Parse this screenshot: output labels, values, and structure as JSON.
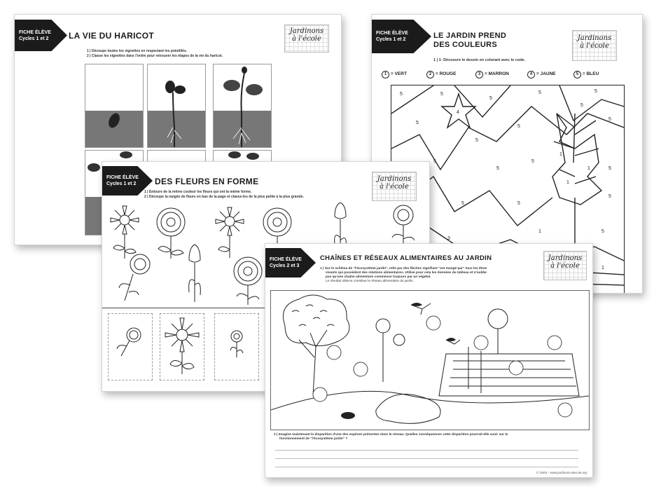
{
  "sheets": {
    "haricot": {
      "badge_line1": "FICHE ÉLÈVE",
      "badge_line2": "Cycles 1 et 2",
      "title": "LA VIE DU HARICOT",
      "logo_line1": "Jardinons",
      "logo_line2": "à l'école",
      "instr1": "1 | Découpe toutes les vignettes en respectant les pointillés.",
      "instr2": "2 | Classe les vignettes dans l'ordre pour retrouver les étapes de la vie du haricot."
    },
    "couleurs": {
      "badge_line1": "FICHE ÉLÈVE",
      "badge_line2": "Cycles 1 et 2",
      "title_line1": "LE JARDIN PREND",
      "title_line2": "DES COULEURS",
      "logo_line1": "Jardinons",
      "logo_line2": "à l'école",
      "instr1": "1 | 1- Découvre le dessin en colorant avec le code.",
      "codes": [
        {
          "num": "1",
          "label": "= VERT"
        },
        {
          "num": "2",
          "label": "= ROUGE"
        },
        {
          "num": "3",
          "label": "= MARRON"
        },
        {
          "num": "4",
          "label": "= JAUNE"
        },
        {
          "num": "5",
          "label": "= BLEU"
        }
      ]
    },
    "fleurs": {
      "badge_line1": "FICHE ÉLÈVE",
      "badge_line2": "Cycles 1 et 2",
      "title": "DES FLEURS EN FORME",
      "logo_line1": "Jardinons",
      "logo_line2": "à l'école",
      "instr1": "1 | Entoure de la même couleur les fleurs qui ont la même forme.",
      "instr2": "2 | Découpe la rangée de fleurs en bas de la page et classe-les de la plus petite à la plus grande."
    },
    "chaines": {
      "badge_line1": "FICHE ÉLÈVE",
      "badge_line2": "Cycles 2 et 3",
      "title": "CHAÎNES ET RÉSEAUX ALIMENTAIRES AU JARDIN",
      "logo_line1": "Jardinons",
      "logo_line2": "à l'école",
      "instr1": "1 | Sur le schéma de \"l'écosystème jardin\", relie par des flèches signifiant \"est mangé par\" tous les êtres",
      "instr1b": "vivants qui possèdent des relations alimentaires. Utilise pour cela les données du tableau et n'oublie",
      "instr1c": "pas qu'une chaîne alimentaire commence toujours par un végétal.",
      "instr1d": "Le résultat obtenu constitue le réseau alimentaire du jardin.",
      "instr2": "2 | Imagine maintenant la disparition d'une des espèces présentes dans le réseau. Quelles conséquences cette disparition pourrait-elle avoir sur le",
      "instr2b": "fonctionnement de \"l'écosystème jardin\" ?",
      "footer": "© GNIS - www.jardinons-alecole.org"
    }
  }
}
